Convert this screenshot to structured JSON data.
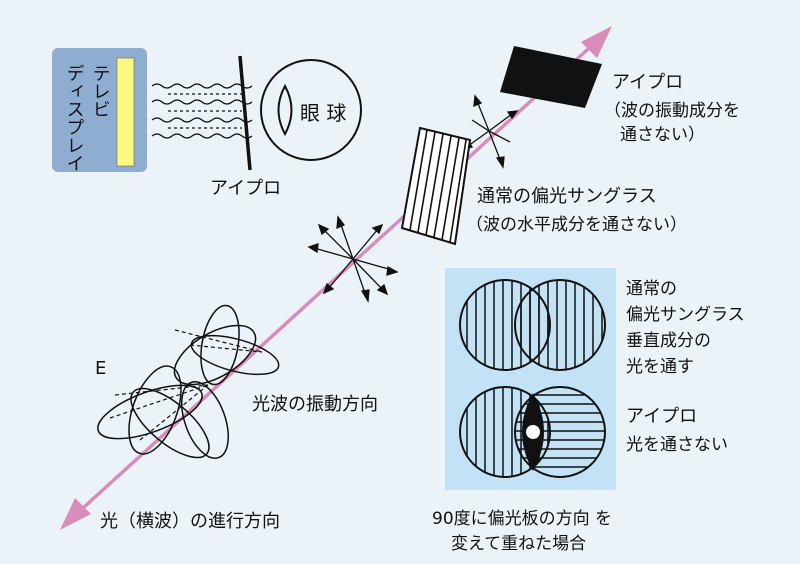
{
  "tv": {
    "label_line1": "テレビ",
    "label_line2": "ディスプレイ"
  },
  "eye_label": "眼 球",
  "polarizer_label_tv": "アイプロ",
  "polarizer_black": {
    "title": "アイプロ",
    "line1": "（波の振動成分を",
    "line2": "通さない）"
  },
  "polarizer_sunglass": {
    "title": "通常の偏光サングラス",
    "line1": "（波の水平成分を通さない）"
  },
  "wave_vector_label": "E",
  "oscillation_label": "光波の振動方向",
  "propagation_label": "光（横波）の進行方向",
  "inset": {
    "top_label": [
      "通常の",
      "偏光サングラス",
      "垂直成分の",
      "光を通す"
    ],
    "bottom_title": "アイプロ",
    "bottom_label": "光を通さない",
    "caption_line1": "90度に偏光板の方向 を",
    "caption_line2": "変えて重ねた場合"
  },
  "colors": {
    "background": "#ebf3f8",
    "tv_panel": "#8fadd0",
    "tv_screen": "#fbf87f",
    "light_beam": "#d88db8",
    "inset_panel": "#c3e2f6",
    "ink": "#111111"
  }
}
